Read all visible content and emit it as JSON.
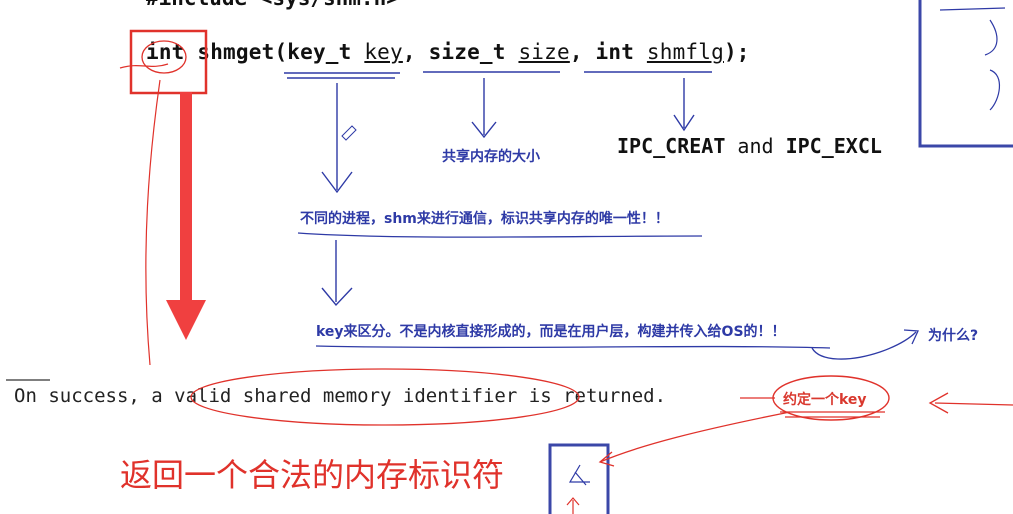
{
  "include_line": "#include <sys/shm.h>",
  "prototype": {
    "ret_type": "int",
    "func": "shmget",
    "open": "(",
    "p1_type": "key_t ",
    "p1_name": "key",
    "sep1": ", ",
    "p2_type": "size_t ",
    "p2_name": "size",
    "sep2": ", ",
    "p3_type": "int ",
    "p3_name": "shmflg",
    "close": ");"
  },
  "flags": {
    "a": "IPC_CREAT",
    "and": " and ",
    "b": "IPC_EXCL"
  },
  "notes": {
    "size_note": "共享内存的大小",
    "key_note_1": "不同的进程，shm来进行通信，标识共享内存的唯一性！！",
    "key_note_2": "key来区分。不是内核直接形成的，而是在用户层，构建并传入给OS的！！",
    "why": "为什么?",
    "agree_key": "约定一个key"
  },
  "return_text": "On success, a valid shared memory identifier is returned.",
  "return_cn": "返回一个合法的内存标识符",
  "colors": {
    "annotation_blue": "#2e3aa6",
    "annotation_red": "#e0322b",
    "box_blue": "#3b47a8"
  }
}
